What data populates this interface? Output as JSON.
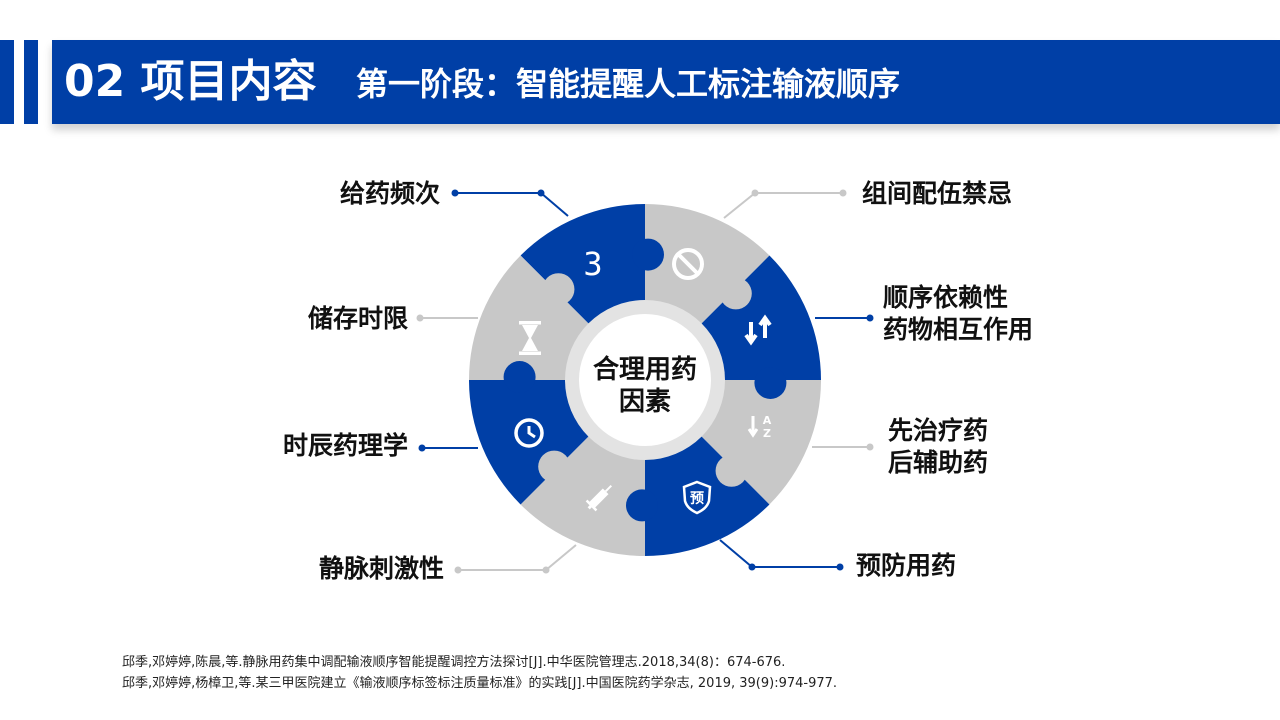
{
  "header": {
    "title": "02 项目内容",
    "subtitle": "第一阶段：智能提醒人工标注输液顺序"
  },
  "colors": {
    "blue": "#003fa6",
    "gray": "#c8c8c8",
    "center_ring": "#e3e3e3",
    "line_gray": "#c8c8c8"
  },
  "center": {
    "line1": "合理用药",
    "line2": "因素"
  },
  "segments": [
    {
      "label": [
        "给药频次"
      ],
      "color": "blue",
      "icon": "digit-3-icon"
    },
    {
      "label": [
        "组间配伍禁忌"
      ],
      "color": "gray",
      "icon": "prohibited-icon"
    },
    {
      "label": [
        "顺序依赖性",
        "药物相互作用"
      ],
      "color": "blue",
      "icon": "swap-arrows-icon"
    },
    {
      "label": [
        "先治疗药",
        "后辅助药"
      ],
      "color": "gray",
      "icon": "sort-az-icon"
    },
    {
      "label": [
        "预防用药"
      ],
      "color": "blue",
      "icon": "shield-yu-icon"
    },
    {
      "label": [
        "静脉刺激性"
      ],
      "color": "gray",
      "icon": "syringe-icon"
    },
    {
      "label": [
        "时辰药理学"
      ],
      "color": "blue",
      "icon": "clock-icon"
    },
    {
      "label": [
        "储存时限"
      ],
      "color": "gray",
      "icon": "hourglass-icon"
    }
  ],
  "icon_text": {
    "shield_char": "预",
    "digit": "3",
    "sort_a": "A",
    "sort_z": "Z"
  },
  "references": [
    "邱季,邓婷婷,陈晨,等.静脉用药集中调配输液顺序智能提醒调控方法探讨[J].中华医院管理志.2018,34(8)：674-676.",
    "邱季,邓婷婷,杨樟卫,等.某三甲医院建立《输液顺序标签标注质量标准》的实践[J].中国医院药学杂志, 2019, 39(9):974-977."
  ]
}
